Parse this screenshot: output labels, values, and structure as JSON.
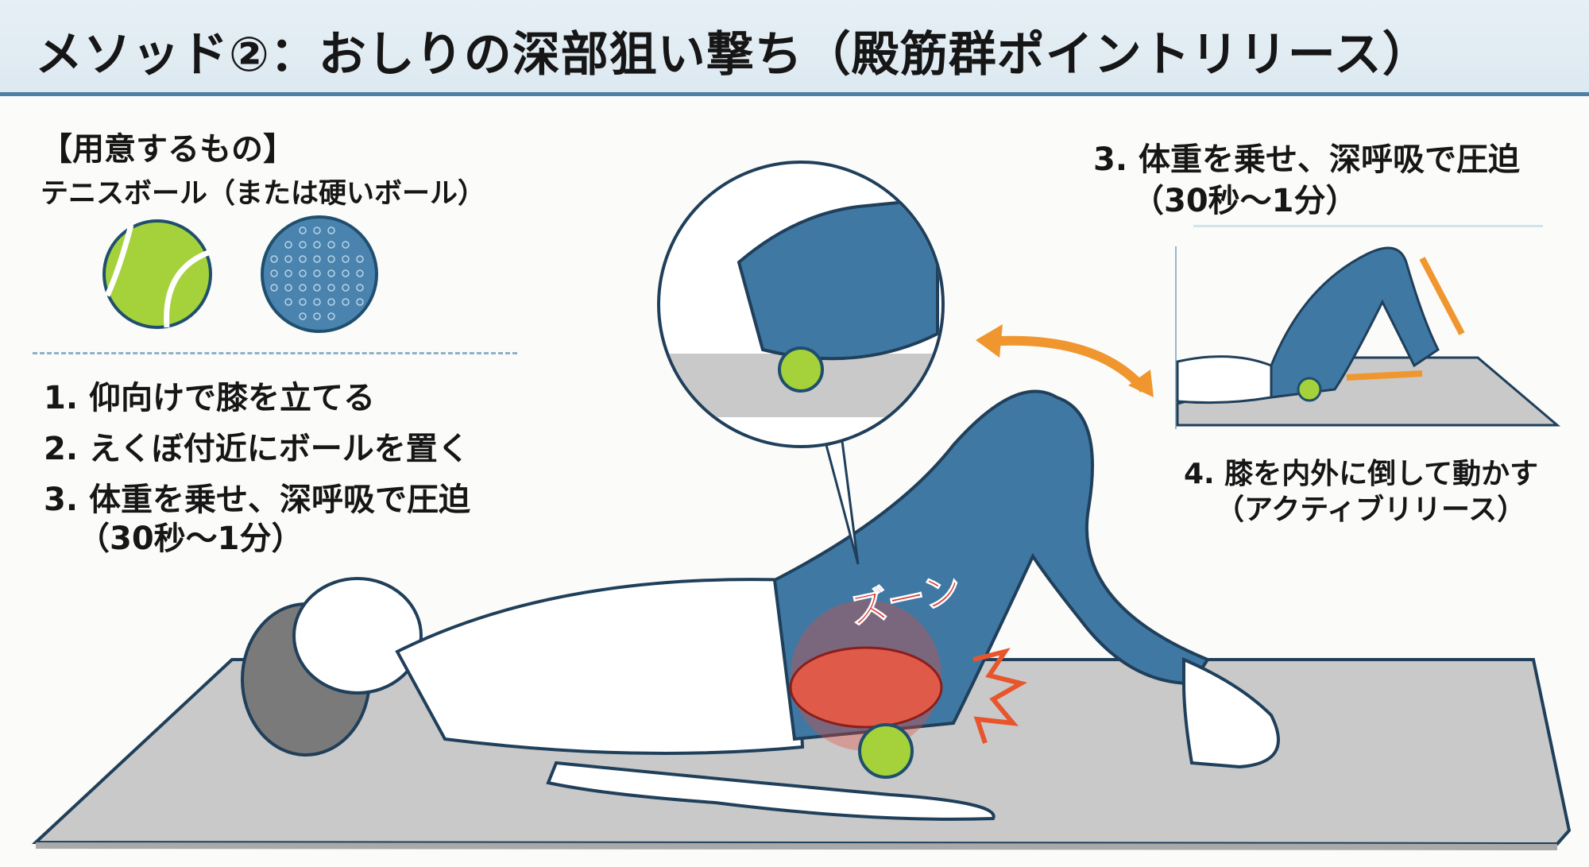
{
  "header": {
    "title": "メソッド②：おしりの深部狙い撃ち（殿筋群ポイントリリース）"
  },
  "supplies": {
    "heading": "【用意するもの】",
    "item": "テニスボール（または硬いボール）",
    "icons": [
      "tennis-ball-icon",
      "hard-ball-icon"
    ]
  },
  "steps": [
    "1. 仰向けで膝を立てる",
    "2. えくぼ付近にボールを置く",
    "3. 体重を乗せ、深呼吸で圧迫",
    "（30秒〜1分）"
  ],
  "right_panel": {
    "step3_line1": "3. 体重を乗せ、深呼吸で圧迫",
    "step3_line2": "（30秒〜1分）",
    "step4_line1": "4. 膝を内外に倒して動かす",
    "step4_line2": "（アクティブリリース）"
  },
  "illustration": {
    "sensation_label": "ズーン"
  },
  "colors": {
    "accent_blue": "#3f78a3",
    "tennis_green": "#a5d13a",
    "arrow_orange": "#f0962e",
    "pain_red": "#d8362a",
    "mat_gray": "#c9c9c9"
  }
}
